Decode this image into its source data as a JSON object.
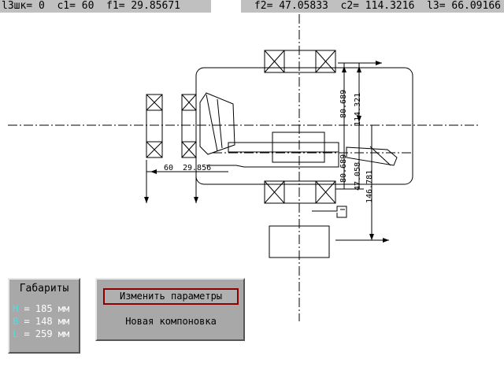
{
  "status_bar": {
    "left": "l3шк= 0  c1= 60  f1= 29.85671",
    "right": "f2= 47.05833  c2= 114.3216  l3= 66.09166"
  },
  "drawing": {
    "dimensions": {
      "d60": "60",
      "d29": "29.856",
      "d80a": "80.689",
      "d114": "114.321",
      "d80b": "80.689",
      "d47": "47.058",
      "d146": "146.781"
    }
  },
  "gabarity": {
    "title": "Габариты",
    "rows": [
      {
        "letter": "H",
        "rest": " = 185 мм"
      },
      {
        "letter": "B",
        "rest": " = 148 мм"
      },
      {
        "letter": "L",
        "rest": " = 259 мм"
      }
    ]
  },
  "actions": {
    "change_params": "Изменить параметры",
    "new_layout": "Новая компоновка"
  },
  "colors": {
    "panel_bg": "#a8a8a8",
    "button_border": "#8b0000",
    "letter_color": "#00ffff",
    "value_color": "#ffffff"
  }
}
